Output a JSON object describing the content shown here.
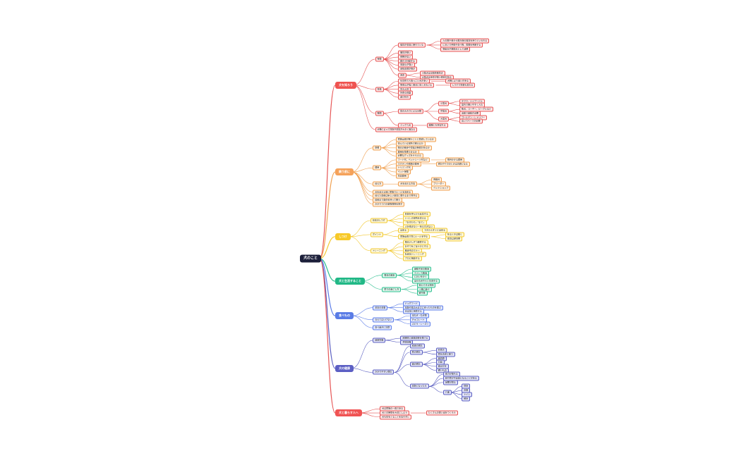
{
  "root": {
    "label": "犬のこと"
  },
  "colors": {
    "red": {
      "line": "#e65555",
      "fill": "#fde8e8",
      "main": "#ef5350"
    },
    "orange": {
      "line": "#f0a050",
      "fill": "#fdf0e1",
      "main": "#f5a25a"
    },
    "yellow": {
      "line": "#f2c933",
      "fill": "#fff8d6",
      "main": "#f7c928"
    },
    "green": {
      "line": "#2dbf8f",
      "fill": "#dcf7ec",
      "main": "#21b886"
    },
    "blue": {
      "line": "#5c7de8",
      "fill": "#e3e9fd",
      "main": "#5a7ce6"
    },
    "indigo": {
      "line": "#5c60c2",
      "fill": "#e2e3f7",
      "main": "#5c5fc4"
    },
    "red2": {
      "line": "#e65555",
      "fill": "#fde8e8",
      "main": "#f05353"
    }
  },
  "branches": [
    {
      "label": "犬を知ろう",
      "color": "red",
      "children": [
        {
          "label": "特徴",
          "children": [
            {
              "label": "嗅覚が非常に優れている",
              "children": [
                {
                  "label": "人の数千倍から数万倍の嗅覚を持つといわれる"
                },
                {
                  "label": "においで仲間や食べ物、危険を判断する"
                },
                {
                  "label": "警察犬や救助犬として活躍"
                }
              ]
            },
            {
              "label": "聴覚が鋭い"
            },
            {
              "label": "視野が広い"
            },
            {
              "label": "群れで行動する"
            },
            {
              "label": "忠誠心が強い"
            },
            {
              "label": "感情表現が豊か"
            },
            {
              "label": "寿命",
              "children": [
                {
                  "label": "小型犬は比較的長生き"
                },
                {
                  "label": "大型犬は寿命が短い傾向がある"
                }
              ]
            }
          ]
        },
        {
          "label": "性格",
          "children": [
            {
              "label": "社交的で人懐っこい犬が多い",
              "children": [
                {
                  "label": "犬種により違いがある"
                }
              ]
            },
            {
              "label": "警戒心が強く番犬に向く犬もいる",
              "children": [
                {
                  "label": "しつけで性格も変わる"
                }
              ]
            },
            {
              "label": "甘えん坊"
            },
            {
              "label": "好奇心旺盛"
            },
            {
              "label": "遊び好き"
            }
          ]
        },
        {
          "label": "種類",
          "children": [
            {
              "label": "体の大きさによる分類",
              "children": [
                {
                  "label": "小型犬",
                  "children": [
                    {
                      "label": "チワワ、トイプードル"
                    },
                    {
                      "label": "室内で飼いやすく人気"
                    }
                  ]
                },
                {
                  "label": "中型犬",
                  "children": [
                    {
                      "label": "柴犬、コーギー、ビーグルなど"
                    },
                    {
                      "label": "活発で運動が必要"
                    }
                  ]
                },
                {
                  "label": "大型犬",
                  "children": [
                    {
                      "label": "ゴールデン・レトリバー"
                    },
                    {
                      "label": "広いスペースが必要"
                    }
                  ]
                }
              ]
            },
            {
              "label": "ミックス犬",
              "children": [
                {
                  "label": "雑種とも呼ばれる"
                }
              ]
            }
          ]
        },
        {
          "label": "犬種によって性格や体質が大きく異なる"
        }
      ]
    },
    {
      "label": "飼う前に",
      "color": "orange",
      "children": [
        {
          "label": "準備",
          "children": [
            {
              "label": "家族全員が飼うことに賛成しているか"
            },
            {
              "label": "住んでいる場所で飼えるか"
            },
            {
              "label": "毎日の散歩や世話の時間があるか"
            },
            {
              "label": "費用を準備できるか"
            },
            {
              "label": "必要なグッズをそろえる"
            }
          ]
        },
        {
          "label": "費用",
          "children": [
            {
              "label": "フード代、ペットシーツ代など",
              "children": [
                {
                  "label": "毎月かかる費用"
                }
              ]
            },
            {
              "label": "ワクチンや病院の費用",
              "children": [
                {
                  "label": "病気やケガのときは高額になる"
                }
              ]
            },
            {
              "label": "トリミング代"
            },
            {
              "label": "ペット保険"
            },
            {
              "label": "生涯費用"
            }
          ]
        },
        {
          "label": "迎え方",
          "children": [
            {
              "label": "犬を迎える方法",
              "children": [
                {
                  "label": "保護犬"
                },
                {
                  "label": "ブリーダー"
                },
                {
                  "label": "ペットショップ"
                }
              ]
            }
          ]
        },
        {
          "label": "犬を迎える前に家族でルールを決める"
        },
        {
          "label": "迎えた直後は新しい環境に慣れるまで見守る"
        },
        {
          "label": "最後まで責任を持って飼う"
        },
        {
          "label": "かかりつけの動物病院を探す"
        }
      ]
    },
    {
      "label": "しつけ",
      "color": "yellow",
      "children": [
        {
          "label": "基本のしつけ",
          "children": [
            {
              "label": "名前を呼んだら反応する"
            },
            {
              "label": "トイレの場所を覚える"
            },
            {
              "label": "「おすわり」「まて」"
            },
            {
              "label": "人を噛まない・吠えすぎない"
            }
          ]
        },
        {
          "label": "ポイント",
          "children": [
            {
              "label": "ほめる",
              "children": [
                {
                  "label": "できたらすぐにほめる"
                }
              ]
            },
            {
              "label": "家族全員で同じルールを守る",
              "children": [
                {
                  "label": "叱るときは短く"
                },
                {
                  "label": "体罰は逆効果"
                }
              ]
            }
          ]
        },
        {
          "label": "トレーニング",
          "children": [
            {
              "label": "毎日少しずつ練習する"
            },
            {
              "label": "おやつをごほうびにする"
            },
            {
              "label": "散歩中のマナー"
            },
            {
              "label": "社会化トレーニング"
            },
            {
              "label": "プロに相談する"
            }
          ]
        }
      ]
    },
    {
      "label": "犬と生活すること",
      "color": "green",
      "children": [
        {
          "label": "毎日の散歩",
          "children": [
            {
              "label": "運動不足の解消"
            },
            {
              "label": "ストレス解消"
            },
            {
              "label": "においをかぐ"
            },
            {
              "label": "ほかの犬や人と交流する"
            }
          ]
        },
        {
          "label": "家での過ごし方",
          "children": [
            {
              "label": "安心できる寝床"
            },
            {
              "label": "一緒に遊ぶ"
            },
            {
              "label": "留守番"
            }
          ]
        }
      ]
    },
    {
      "label": "食べもの",
      "color": "blue",
      "children": [
        {
          "label": "基本の食事",
          "children": [
            {
              "label": "ドッグフード"
            },
            {
              "label": "年齢や体の大きさに合ったものを選ぶ"
            },
            {
              "label": "水は常に用意する"
            }
          ]
        },
        {
          "label": "与えてはいけない",
          "children": [
            {
              "label": "玉ねぎ・ねぎ類"
            },
            {
              "label": "チョコレート"
            },
            {
              "label": "ぶどう・レーズン"
            }
          ]
        },
        {
          "label": "食べ過ぎに注意"
        }
      ]
    },
    {
      "label": "犬の健康",
      "color": "indigo",
      "children": [
        {
          "label": "健康管理",
          "children": [
            {
              "label": "定期的に健康診断を受ける"
            },
            {
              "label": "予防接種"
            }
          ]
        },
        {
          "label": "かかりやすい病気",
          "children": [
            {
              "label": "皮膚の病気"
            },
            {
              "label": "耳の病気",
              "children": [
                {
                  "label": "外耳炎"
                },
                {
                  "label": "耳を清潔に保つ"
                }
              ]
            },
            {
              "label": "歯の病気",
              "children": [
                {
                  "label": "歯周病"
                },
                {
                  "label": "口臭"
                },
                {
                  "label": "歯みがき"
                },
                {
                  "label": "硬いもの"
                }
              ]
            },
            {
              "label": "高齢になったら",
              "children": [
                {
                  "label": "体力が落ちる"
                },
                {
                  "label": "目や耳が不自由になることがある"
                },
                {
                  "label": "足腰が弱る"
                },
                {
                  "label": "介護",
                  "children": [
                    {
                      "label": "寝床"
                    },
                    {
                      "label": "食事"
                    },
                    {
                      "label": "トイレ"
                    },
                    {
                      "label": "散歩"
                    }
                  ]
                }
              ]
            }
          ]
        }
      ]
    },
    {
      "label": "犬と暮らす人へ",
      "color": "red2",
      "children": [
        {
          "label": "犬は家族の一員である"
        },
        {
          "label": "犬との時間を大切にしよう",
          "children": [
            {
              "label": "たくさんの思い出をつくろう"
            }
          ]
        },
        {
          "label": "犬も年をとることを忘れずに"
        }
      ]
    }
  ]
}
